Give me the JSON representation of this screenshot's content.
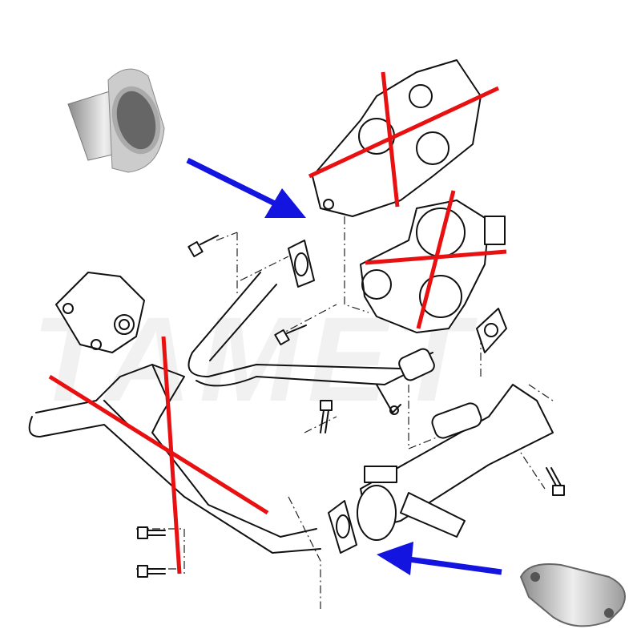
{
  "watermark": "TAMET",
  "colors": {
    "cross_out": "#e81010",
    "arrow": "#1414e0",
    "line": "#111111",
    "metal": "#b8b8b8"
  },
  "parts": {
    "replacement_sleeve": "egr-blanking-sleeve",
    "replacement_plate": "egr-blanking-plate",
    "removed": [
      "egr-valve-upper",
      "egr-valve-lower",
      "egr-pipe-left"
    ]
  }
}
